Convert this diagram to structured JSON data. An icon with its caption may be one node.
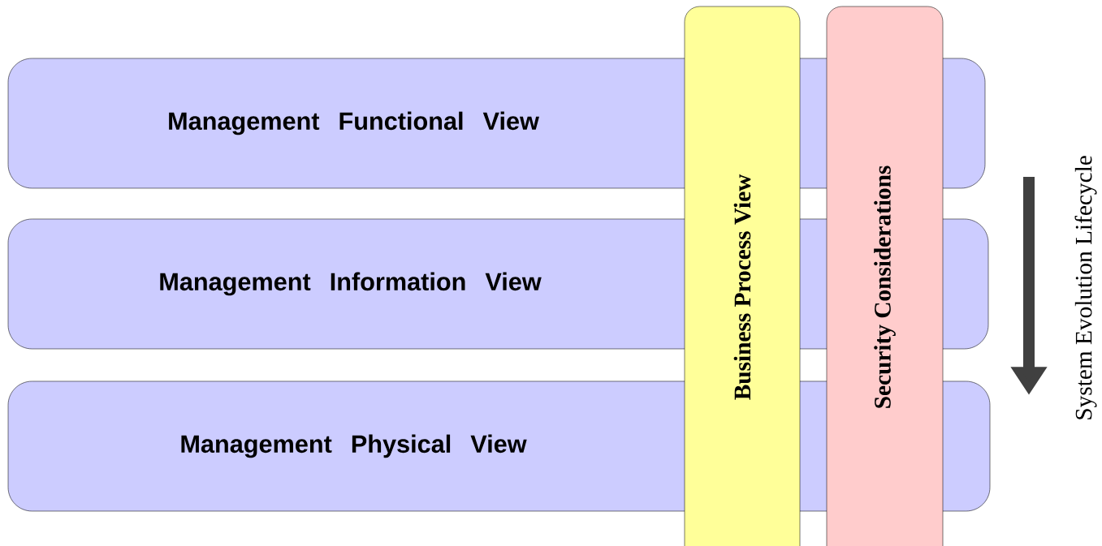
{
  "diagram": {
    "nodes": [
      {
        "text": [
          "Management Functional View"
        ]
      },
      {
        "text": [
          "Management Information View"
        ]
      },
      {
        "text": [
          "Management Physical View"
        ]
      },
      {
        "text": [
          "Business Process View"
        ]
      },
      {
        "text": [
          "Security Considerations"
        ]
      }
    ],
    "labels": [
      "System Evolution Lifecycle"
    ]
  }
}
